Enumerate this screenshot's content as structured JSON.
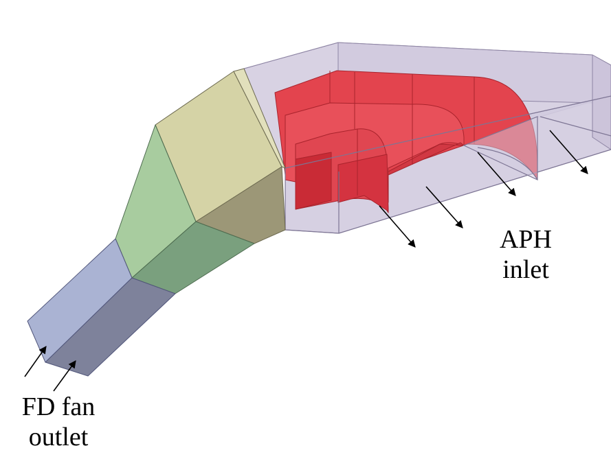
{
  "labels": {
    "fd_line1": "FD fan",
    "fd_line2": "outlet",
    "aph_line1": "APH",
    "aph_line2": "inlet"
  },
  "colors": {
    "duct_blue_light": "#aab3d3",
    "duct_blue_dark": "#7e829b",
    "transition_green": "#a8cc9f",
    "transition_green_dark": "#7aa07e",
    "throat_khaki": "#d5d3a6",
    "throat_khaki_dark": "#9c9777",
    "plenum_lavender": "#d2cbdf",
    "guide_vane_red": "#e3444e",
    "guide_vane_red_dark": "#c92b36",
    "arrow": "#000000"
  }
}
